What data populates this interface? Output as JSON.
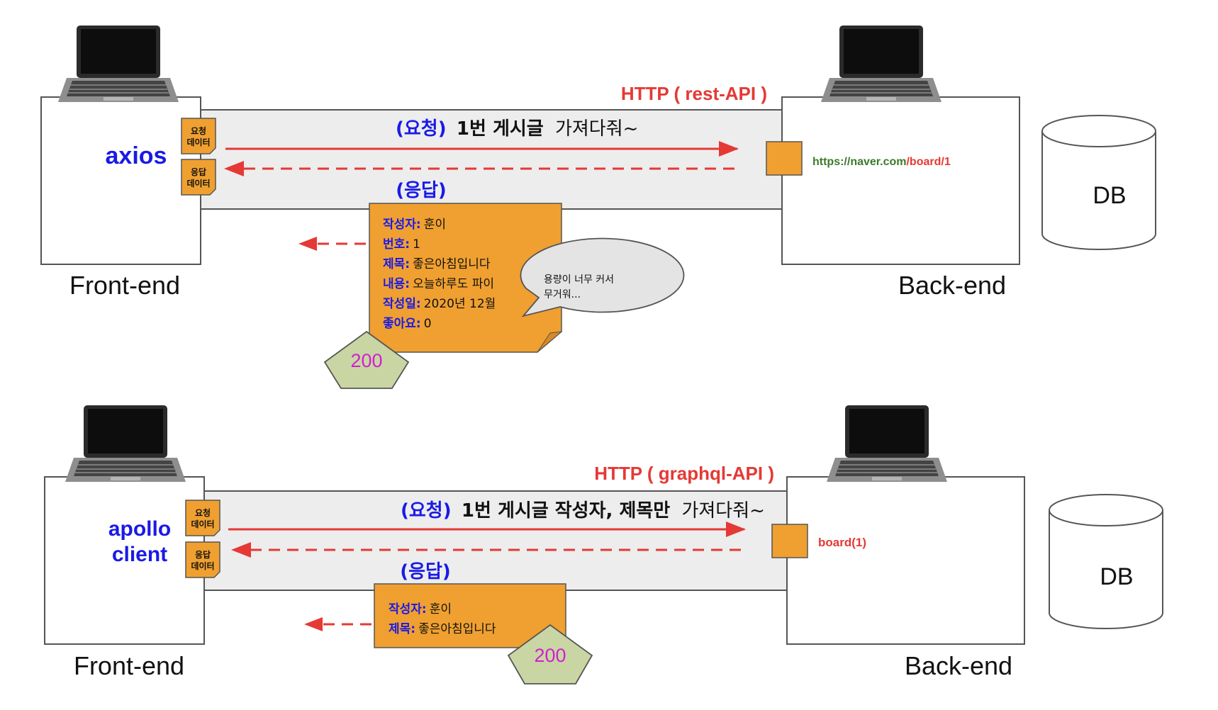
{
  "colors": {
    "red": "#e53935",
    "blue": "#1a1ae6",
    "green": "#3b7a2a",
    "orange": "#f0a030",
    "box_gray": "#ededed",
    "pentagon": "#c9d6a3",
    "pentagon_text": "#d020d0"
  },
  "top": {
    "protocol": "HTTP ( rest-API )",
    "client_lib": "axios",
    "front_label": "Front-end",
    "back_label": "Back-end",
    "db_label": "DB",
    "request_tag": [
      "요청",
      "데이터"
    ],
    "response_tag": [
      "응답",
      "데이터"
    ],
    "request_prefix": "(요청)",
    "request_bold": "1번 게시글",
    "request_rest": "가져다줘~",
    "response_label": "(응답)",
    "endpoint_host": "https://naver.com",
    "endpoint_path": "/board/1",
    "note_rows": [
      {
        "key": "작성자:",
        "value": "훈이"
      },
      {
        "key": "번호:",
        "value": "1"
      },
      {
        "key": "제목:",
        "value": "좋은아침입니다"
      },
      {
        "key": "내용:",
        "value": "오늘하루도 파이"
      },
      {
        "key": "작성일:",
        "value": "2020년 12월"
      },
      {
        "key": "좋아요:",
        "value": "0"
      }
    ],
    "bubble_lines": [
      "용량이 너무 커서",
      "무거워..."
    ],
    "status_code": "200"
  },
  "bottom": {
    "protocol": "HTTP ( graphql-API )",
    "client_lib_lines": [
      "apollo",
      "client"
    ],
    "front_label": "Front-end",
    "back_label": "Back-end",
    "db_label": "DB",
    "request_tag": [
      "요청",
      "데이터"
    ],
    "response_tag": [
      "응답",
      "데이터"
    ],
    "request_prefix": "(요청)",
    "request_bold": "1번 게시글 작성자, 제목만",
    "request_rest": "가져다줘~",
    "response_label": "(응답)",
    "endpoint": "board(1)",
    "note_rows": [
      {
        "key": "작성자:",
        "value": "훈이"
      },
      {
        "key": "제목:",
        "value": "좋은아침입니다"
      }
    ],
    "status_code": "200"
  }
}
